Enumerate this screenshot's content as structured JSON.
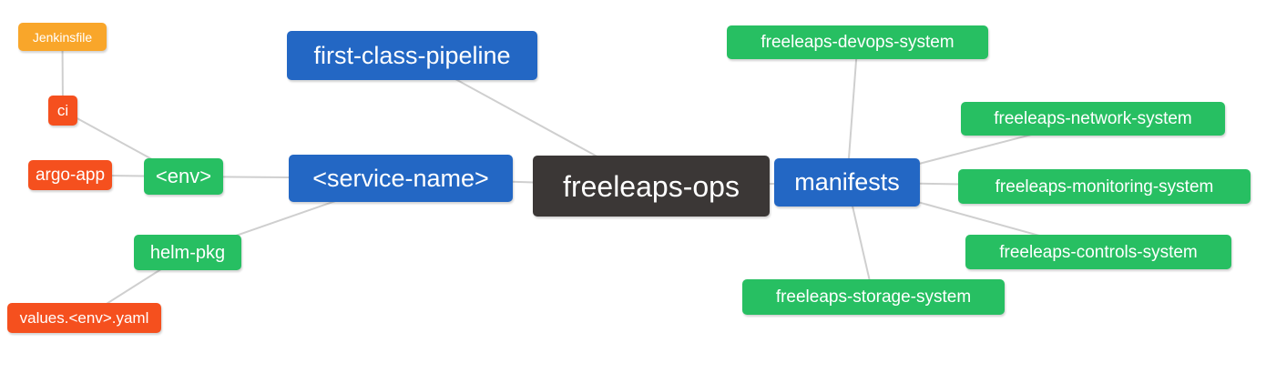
{
  "diagram": {
    "type": "mindmap",
    "root_label": "freeleaps-ops"
  },
  "palette": {
    "blue": "#2367C4",
    "green": "#27BF62",
    "red": "#F5501E",
    "amber": "#F9A62A",
    "dark": "#3B3736",
    "edge": "#CFCFCF",
    "text": "#FFFFFF",
    "background": "#FFFFFF"
  },
  "nodes": [
    {
      "id": "jenkinsfile",
      "label": "Jenkinsfile",
      "color": "amber"
    },
    {
      "id": "ci",
      "label": "ci",
      "color": "red"
    },
    {
      "id": "argo-app",
      "label": "argo-app",
      "color": "red"
    },
    {
      "id": "env",
      "label": "<env>",
      "color": "green"
    },
    {
      "id": "first-class-pipeline",
      "label": "first-class-pipeline",
      "color": "blue"
    },
    {
      "id": "service-name",
      "label": "<service-name>",
      "color": "blue"
    },
    {
      "id": "freeleaps-ops",
      "label": "freeleaps-ops",
      "color": "dark"
    },
    {
      "id": "manifests",
      "label": "manifests",
      "color": "blue"
    },
    {
      "id": "freeleaps-devops-system",
      "label": "freeleaps-devops-system",
      "color": "green"
    },
    {
      "id": "freeleaps-network-system",
      "label": "freeleaps-network-system",
      "color": "green"
    },
    {
      "id": "freeleaps-monitoring-system",
      "label": "freeleaps-monitoring-system",
      "color": "green"
    },
    {
      "id": "freeleaps-controls-system",
      "label": "freeleaps-controls-system",
      "color": "green"
    },
    {
      "id": "freeleaps-storage-system",
      "label": "freeleaps-storage-system",
      "color": "green"
    },
    {
      "id": "helm-pkg",
      "label": "helm-pkg",
      "color": "green"
    },
    {
      "id": "values-env-yaml",
      "label": "values.<env>.yaml",
      "color": "red"
    }
  ],
  "edges": [
    {
      "from": "jenkinsfile",
      "to": "ci"
    },
    {
      "from": "ci",
      "to": "env"
    },
    {
      "from": "argo-app",
      "to": "env"
    },
    {
      "from": "env",
      "to": "service-name"
    },
    {
      "from": "service-name",
      "to": "helm-pkg"
    },
    {
      "from": "helm-pkg",
      "to": "values-env-yaml"
    },
    {
      "from": "first-class-pipeline",
      "to": "freeleaps-ops"
    },
    {
      "from": "service-name",
      "to": "freeleaps-ops"
    },
    {
      "from": "freeleaps-ops",
      "to": "manifests"
    },
    {
      "from": "manifests",
      "to": "freeleaps-devops-system"
    },
    {
      "from": "manifests",
      "to": "freeleaps-network-system"
    },
    {
      "from": "manifests",
      "to": "freeleaps-monitoring-system"
    },
    {
      "from": "manifests",
      "to": "freeleaps-controls-system"
    },
    {
      "from": "manifests",
      "to": "freeleaps-storage-system"
    }
  ]
}
